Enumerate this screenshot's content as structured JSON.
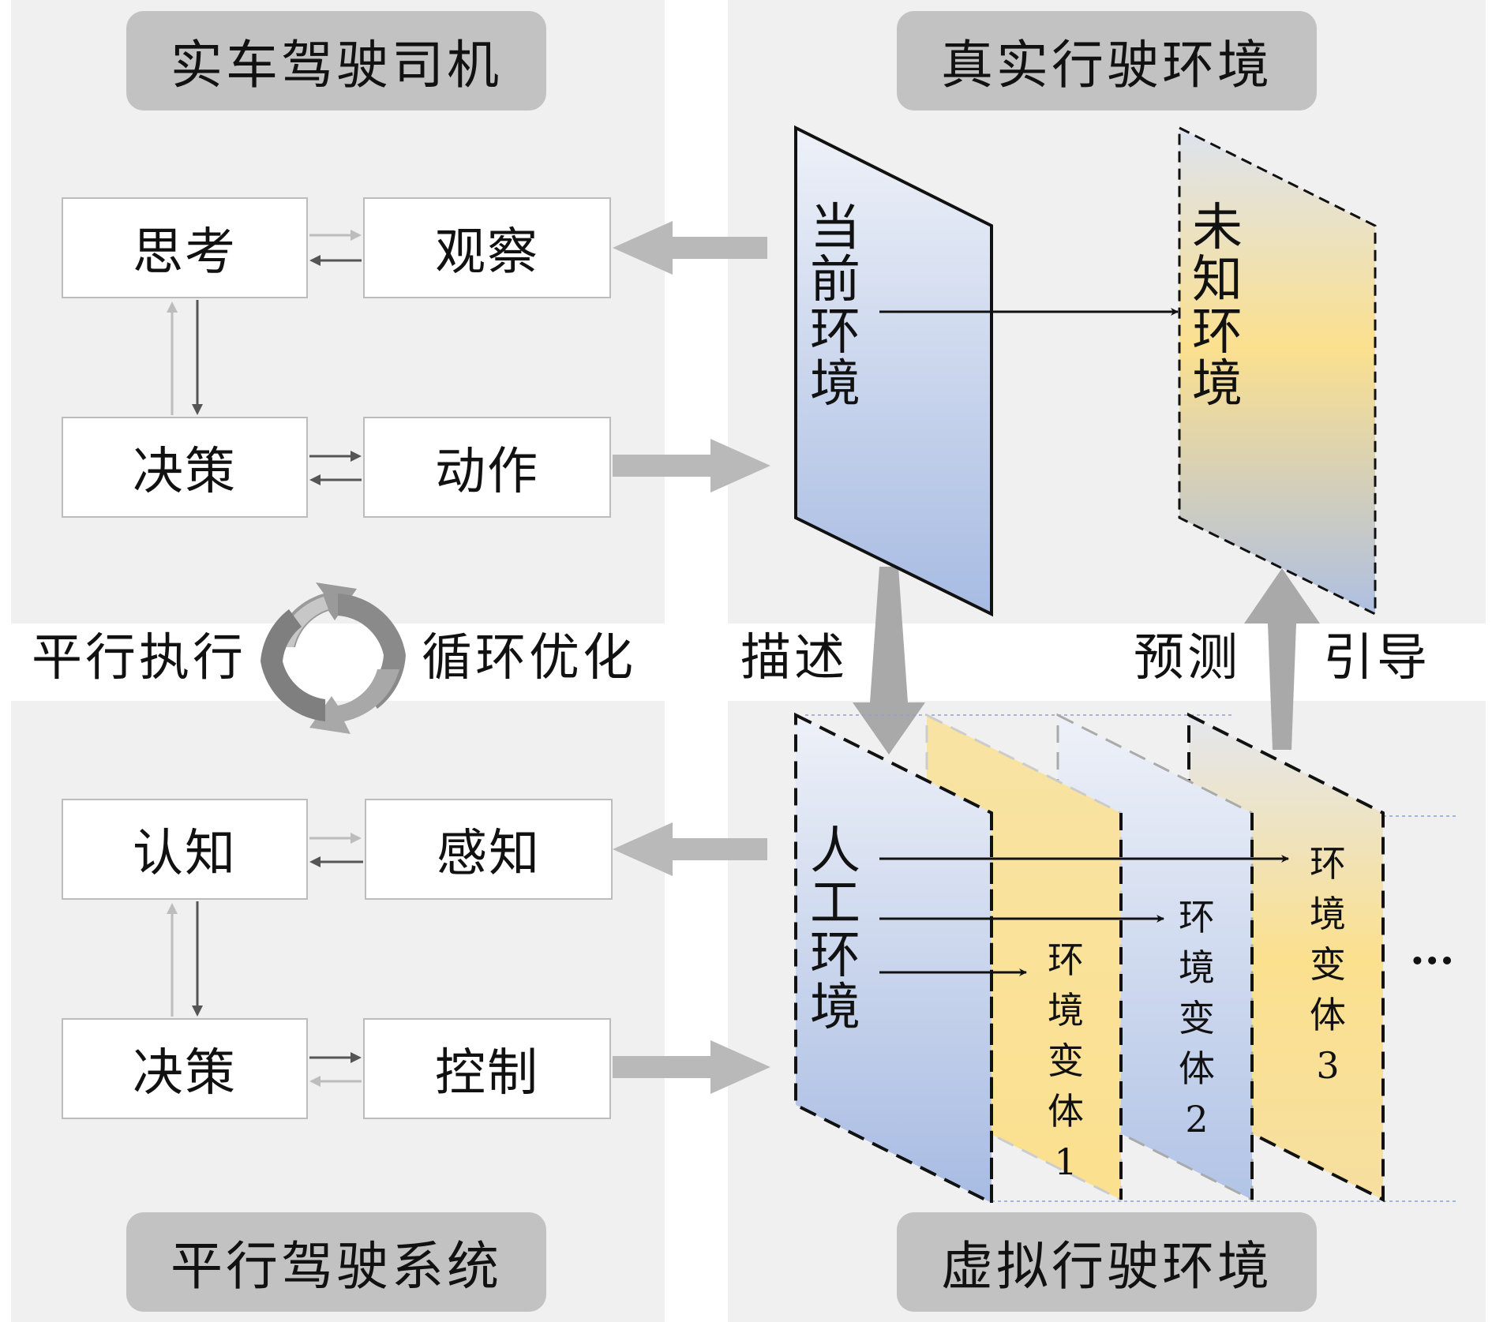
{
  "quadrants": {
    "top_left_title": "实车驾驶司机",
    "top_right_title": "真实行驶环境",
    "bottom_left_title": "平行驾驶系统",
    "bottom_right_title": "虚拟行驶环境"
  },
  "driver_boxes": {
    "think": "思考",
    "observe": "观察",
    "decide": "决策",
    "act": "动作"
  },
  "system_boxes": {
    "cognition": "认知",
    "perception": "感知",
    "decide": "决策",
    "control": "控制"
  },
  "middle_labels": {
    "parallel_exec": "平行执行",
    "loop_opt": "循环优化",
    "describe": "描述",
    "predict": "预测",
    "guide": "引导"
  },
  "environments": {
    "current": [
      "当",
      "前",
      "环",
      "境"
    ],
    "unknown": [
      "未",
      "知",
      "环",
      "境"
    ],
    "artificial": [
      "人",
      "工",
      "环",
      "境"
    ],
    "variant1": [
      "环",
      "境",
      "变",
      "体",
      "1"
    ],
    "variant2": [
      "环",
      "境",
      "变",
      "体",
      "2"
    ],
    "variant3": [
      "环",
      "境",
      "变",
      "体",
      "3"
    ],
    "ellipsis": "···"
  },
  "colors": {
    "panel_bg": "#f0f0f0",
    "pill_bg": "#c2c2c2",
    "blue_light": "#e9edf6",
    "blue_dark": "#a9bde2",
    "yellow": "#f9df8f",
    "arrow_gray": "#b5b5b5"
  }
}
